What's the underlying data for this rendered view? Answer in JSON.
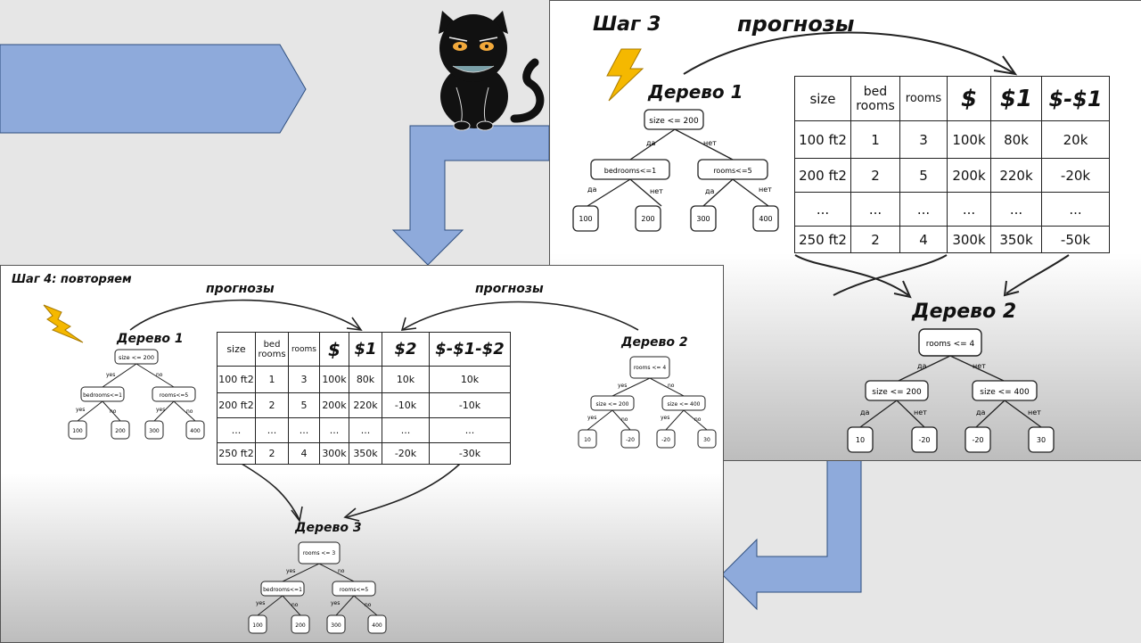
{
  "step3": {
    "title": "Шаг 3",
    "predictions_label": "прогнозы",
    "tree1": {
      "title": "Дерево 1",
      "root": "size <= 200",
      "left_edge": "да",
      "right_edge": "нет",
      "left_node": "bedrooms<=1",
      "right_node": "rooms<=5",
      "ll_edge": "да",
      "lr_edge": "нет",
      "rl_edge": "да",
      "rr_edge": "нет",
      "leaves": [
        "100",
        "200",
        "300",
        "400"
      ]
    },
    "table": {
      "headers": [
        "size",
        "bed rooms",
        "rooms",
        "$",
        "$1",
        "$-$1"
      ],
      "rows": [
        [
          "100 ft2",
          "1",
          "3",
          "100k",
          "80k",
          "20k"
        ],
        [
          "200 ft2",
          "2",
          "5",
          "200k",
          "220k",
          "-20k"
        ],
        [
          "...",
          "...",
          "...",
          "...",
          "...",
          "..."
        ],
        [
          "250 ft2",
          "2",
          "4",
          "300k",
          "350k",
          "-50k"
        ]
      ]
    },
    "tree2": {
      "title": "Дерево 2",
      "root": "rooms <= 4",
      "left_edge": "да",
      "right_edge": "нет",
      "left_node": "size <= 200",
      "right_node": "size <= 400",
      "ll_edge": "да",
      "lr_edge": "нет",
      "rl_edge": "да",
      "rr_edge": "нет",
      "leaves": [
        "10",
        "-20",
        "-20",
        "30"
      ]
    }
  },
  "step4": {
    "title": "Шаг 4: повторяем",
    "predictions_left": "прогнозы",
    "predictions_right": "прогнозы",
    "tree1": {
      "title": "Дерево 1",
      "root": "size <= 200",
      "left_edge": "yes",
      "right_edge": "no",
      "left_node": "bedrooms<=1",
      "right_node": "rooms<=5",
      "ll_edge": "yes",
      "lr_edge": "no",
      "rl_edge": "yes",
      "rr_edge": "no",
      "leaves": [
        "100",
        "200",
        "300",
        "400"
      ]
    },
    "tree2": {
      "title": "Дерево 2",
      "root": "rooms <= 4",
      "left_edge": "yes",
      "right_edge": "no",
      "left_node": "size <= 200",
      "right_node": "size <= 400",
      "ll_edge": "yes",
      "lr_edge": "no",
      "rl_edge": "yes",
      "rr_edge": "no",
      "leaves": [
        "10",
        "-20",
        "-20",
        "30"
      ]
    },
    "tree3": {
      "title": "Дерево 3",
      "root": "rooms <= 3",
      "left_edge": "yes",
      "right_edge": "no",
      "left_node": "bedrooms<=1",
      "right_node": "rooms<=5",
      "ll_edge": "yes",
      "lr_edge": "no",
      "rl_edge": "yes",
      "rr_edge": "no",
      "leaves": [
        "100",
        "200",
        "300",
        "400"
      ]
    },
    "table": {
      "headers": [
        "size",
        "bed rooms",
        "rooms",
        "$",
        "$1",
        "$2",
        "$-$1-$2"
      ],
      "rows": [
        [
          "100 ft2",
          "1",
          "3",
          "100k",
          "80k",
          "10k",
          "10k"
        ],
        [
          "200 ft2",
          "2",
          "5",
          "200k",
          "220k",
          "-10k",
          "-10k"
        ],
        [
          "...",
          "...",
          "...",
          "...",
          "...",
          "...",
          "..."
        ],
        [
          "250 ft2",
          "2",
          "4",
          "300k",
          "350k",
          "-20k",
          "-30k"
        ]
      ]
    }
  },
  "colors": {
    "arrow_fill": "#8eaadb",
    "arrow_stroke": "#2f4f7f",
    "lightning": "#f5b800"
  },
  "icons": [
    "cat-mascot-icon",
    "lightning-icon"
  ]
}
